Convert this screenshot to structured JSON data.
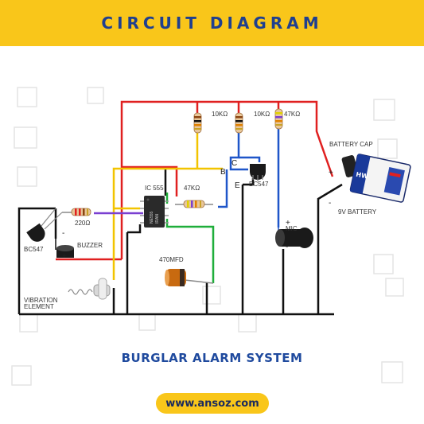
{
  "header": {
    "title": "CIRCUIT DIAGRAM"
  },
  "subtitle": "BURGLAR ALARM SYSTEM",
  "footer": {
    "url": "www.ansoz.com"
  },
  "components": {
    "r1": "10KΩ",
    "r2": "10KΩ",
    "r3": "47KΩ",
    "r4": "47KΩ",
    "r5": "220Ω",
    "ic": "IC 555",
    "chip_text": [
      "NE555",
      "IRAN"
    ],
    "cap": "470MFD",
    "q_right": "BC547",
    "q_left": "BC547",
    "buzzer": "BUZZER",
    "vibration_line1": "VIBRATION",
    "vibration_line2": "ELEMENT",
    "mic": "MIC",
    "battery_cap": "BATTERY CAP",
    "battery": "9V BATTERY",
    "battery_brand": "HW",
    "pin_c": "C",
    "pin_b": "B",
    "pin_e": "E",
    "plus": "+",
    "minus": "-"
  },
  "colors": {
    "accent": "#f9c61a",
    "title": "#1f3f8f",
    "wire_red": "#e02020",
    "wire_black": "#111111",
    "wire_yellow": "#f2c400",
    "wire_blue": "#1f56c9",
    "wire_green": "#1fae3a",
    "wire_purple": "#7a3fd1"
  }
}
